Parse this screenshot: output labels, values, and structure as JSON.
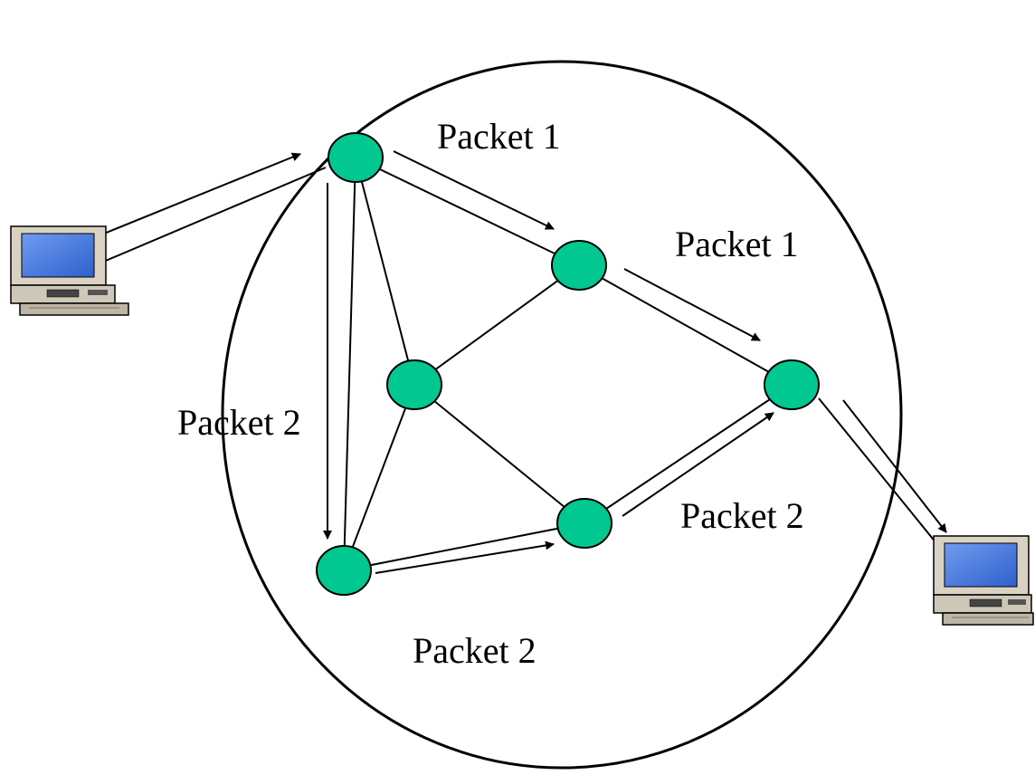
{
  "labels": {
    "packet1_top": "Packet 1",
    "packet1_right": "Packet 1",
    "packet2_left": "Packet 2",
    "packet2_right": "Packet 2",
    "packet2_bottom": "Packet 2"
  },
  "colors": {
    "node_fill": "#00c890",
    "screen": "#3a6fd8",
    "computer_body": "#d9d2c3"
  },
  "icons": [
    "computer-icon-sender",
    "computer-icon-receiver"
  ]
}
